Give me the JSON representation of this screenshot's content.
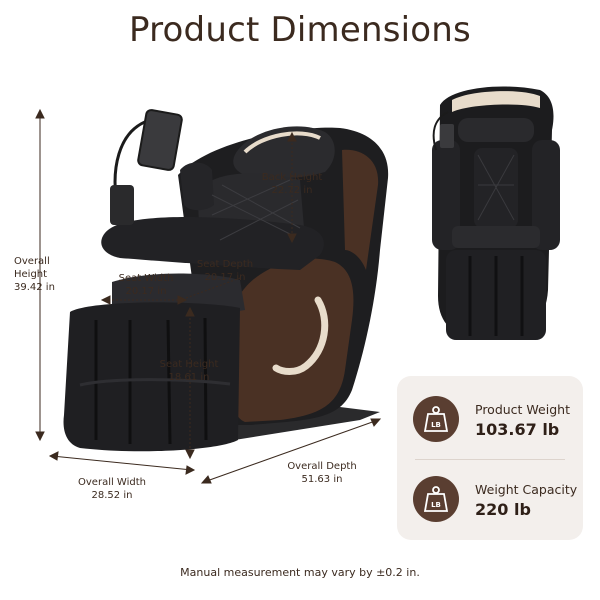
{
  "title": "Product Dimensions",
  "dimensions": {
    "overall_height": {
      "label": "Overall\nHeight",
      "value": "39.42 in"
    },
    "back_height": {
      "label": "Back Height",
      "value": "22.72 in"
    },
    "seat_width": {
      "label": "Seat Width",
      "value": "20.17 in"
    },
    "seat_depth": {
      "label": "Seat Depth",
      "value": "20.17 in"
    },
    "seat_height": {
      "label": "Seat Height",
      "value": "18.61 in"
    },
    "overall_width": {
      "label": "Overall Width",
      "value": "28.52 in"
    },
    "overall_depth": {
      "label": "Overall Depth",
      "value": "51.63 in"
    }
  },
  "specs": [
    {
      "name": "Product Weight",
      "value": "103.67 lb",
      "icon": "weight-icon",
      "badge_text": "LB"
    },
    {
      "name": "Weight Capacity",
      "value": "220 lb",
      "icon": "weight-icon",
      "badge_text": "LB"
    }
  ],
  "note": "Manual measurement may vary by ±0.2 in.",
  "colors": {
    "chair_dark": "#1d1d1f",
    "chair_brown": "#4a3124",
    "accent_beige": "#e8dccb",
    "card_bg": "#f3efec",
    "badge": "#5a3e31"
  }
}
